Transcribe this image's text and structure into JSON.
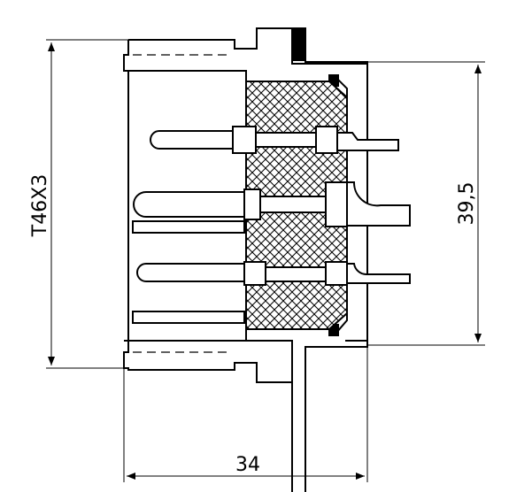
{
  "dimensions": {
    "thread": "T46X3",
    "height": "39,5",
    "length": "34"
  },
  "colors": {
    "line": "#000000",
    "background": "#ffffff"
  }
}
